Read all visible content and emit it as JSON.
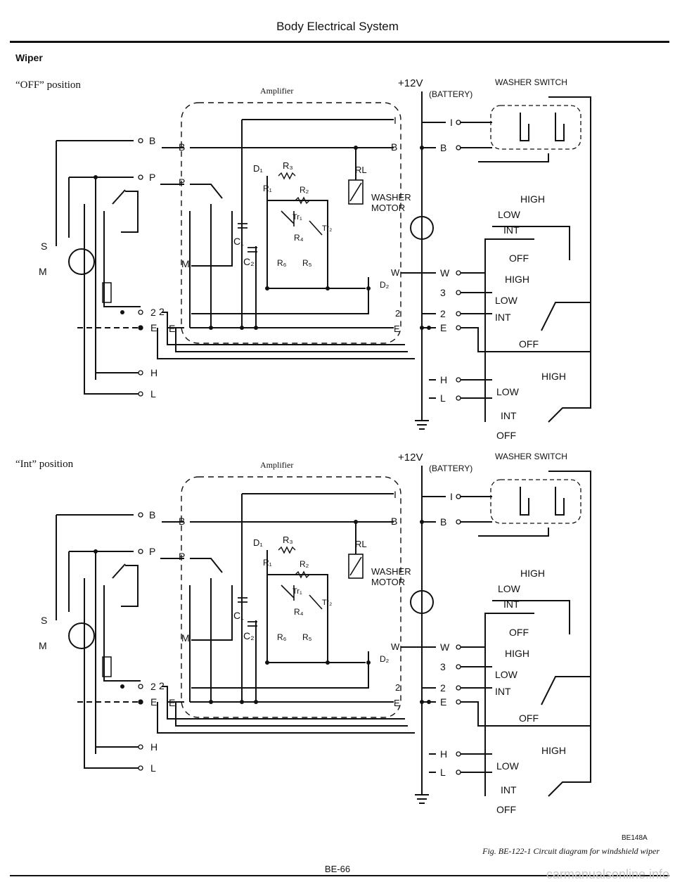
{
  "header": {
    "title": "Body Electrical System",
    "page_number": "BE-66"
  },
  "section": {
    "title": "Wiper"
  },
  "diagrams": [
    {
      "position_label": "“OFF” position",
      "amplifier_label": "Amplifier",
      "battery_top": "+12V",
      "battery_bottom": "(BATTERY)",
      "washer_switch_label": "WASHER SWITCH",
      "washer_motor_top": "WASHER",
      "washer_motor_bottom": "MOTOR",
      "components": {
        "d1": "D₁",
        "d2": "D₂",
        "r1": "R₁",
        "r2": "R₂",
        "r3": "R₃",
        "r4": "R₄",
        "r5": "R₅",
        "r6": "R₆",
        "c1": "C₁",
        "c2": "C₂",
        "tr1": "Tr₁",
        "tr2": "Tr₂",
        "rl": "RL",
        "s": "S",
        "m": "M"
      },
      "amp_terminals": [
        "B",
        "P",
        "M",
        "2",
        "E",
        "I",
        "B",
        "W",
        "2",
        "E"
      ],
      "motor_terminals": [
        "B",
        "P",
        "2",
        "E",
        "H",
        "L"
      ],
      "switch_terminals": [
        "I",
        "B",
        "W",
        "3",
        "2",
        "E",
        "H",
        "L"
      ],
      "switch_positions": {
        "wash": [
          "HIGH",
          "LOW",
          "INT",
          "OFF"
        ],
        "wiper": [
          "HIGH",
          "LOW",
          "INT",
          "OFF"
        ],
        "speed": [
          "HIGH",
          "LOW",
          "INT",
          "OFF"
        ]
      }
    },
    {
      "position_label": "“Int” position",
      "amplifier_label": "Amplifier",
      "battery_top": "+12V",
      "battery_bottom": "(BATTERY)",
      "washer_switch_label": "WASHER SWITCH",
      "washer_motor_top": "WASHER",
      "washer_motor_bottom": "MOTOR",
      "components": {
        "d1": "D₁",
        "d2": "D₂",
        "r1": "R₁",
        "r2": "R₂",
        "r3": "R₃",
        "r4": "R₄",
        "r5": "R₅",
        "r6": "R₆",
        "c1": "C₁",
        "c2": "C₂",
        "tr1": "Tr₁",
        "tr2": "Tr₂",
        "rl": "RL",
        "s": "S",
        "m": "M"
      },
      "amp_terminals": [
        "B",
        "P",
        "M",
        "2",
        "E",
        "I",
        "B",
        "W",
        "2",
        "E"
      ],
      "motor_terminals": [
        "B",
        "P",
        "2",
        "E",
        "H",
        "L"
      ],
      "switch_terminals": [
        "I",
        "B",
        "W",
        "3",
        "2",
        "E",
        "H",
        "L"
      ],
      "switch_positions": {
        "wash": [
          "HIGH",
          "LOW",
          "INT",
          "OFF"
        ],
        "wiper": [
          "HIGH",
          "LOW",
          "INT",
          "OFF"
        ],
        "speed": [
          "HIGH",
          "LOW",
          "INT",
          "OFF"
        ]
      }
    }
  ],
  "figure": {
    "code": "BE148A",
    "caption": "Fig. BE-122-1  Circuit diagram for windshield wiper"
  },
  "watermark": "carmanualsonline.info"
}
